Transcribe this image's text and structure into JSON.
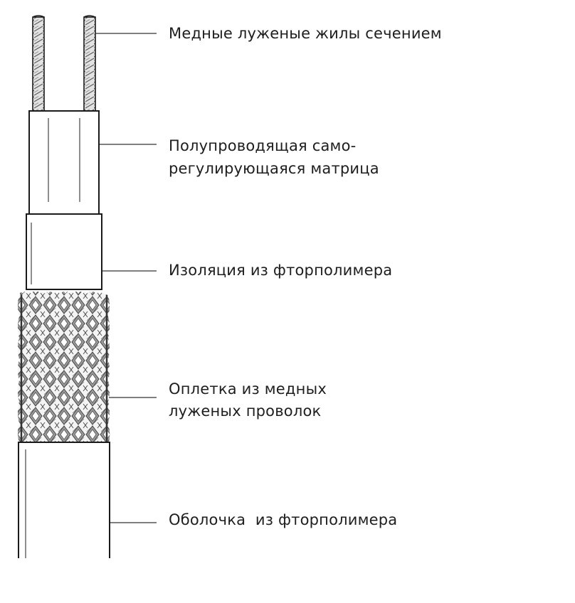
{
  "labels": {
    "conductors": "Медные луженые жилы сечением",
    "matrix_line1": "Полупроводящая само-",
    "matrix_line2": "регулирующаяся матрица",
    "insulation": "Изоляция из фторполимера",
    "braid_line1": "Оплетка из медных",
    "braid_line2": "луженых проволок",
    "jacket": "Оболочка  из фторполимера"
  },
  "colors": {
    "outline": "#1a1a1a",
    "leader": "#333333",
    "text": "#1e1e1e",
    "wire_fill": "#d8d8d8",
    "braid_fill": "#8a8a8a"
  }
}
